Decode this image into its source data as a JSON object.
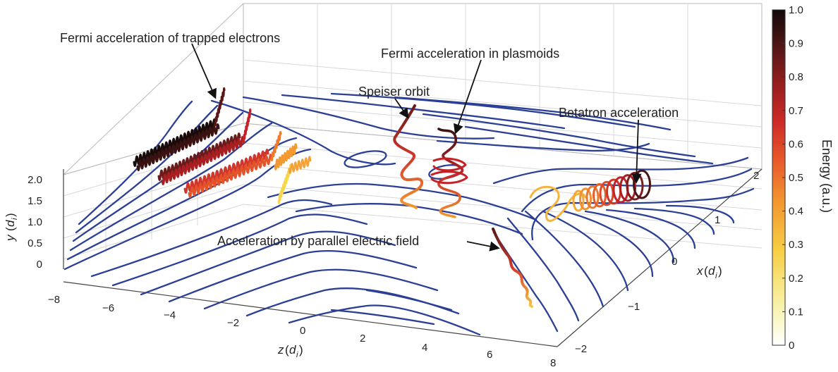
{
  "annotations": {
    "fermi_trapped": "Fermi acceleration of trapped electrons",
    "fermi_plasmoids": "Fermi acceleration in plasmoids",
    "speiser": "Speiser orbit",
    "betatron": "Betatron acceleration",
    "parallel_field": "Acceleration by parallel electric field"
  },
  "axes": {
    "y_label": "y",
    "y_sub": "i",
    "x_label": "x",
    "x_sub": "i",
    "z_label": "z",
    "z_sub": "i",
    "d_letter": "d",
    "y_ticks": [
      "0",
      "0.5",
      "1.0",
      "1.5",
      "2.0"
    ],
    "z_ticks": [
      "−8",
      "−6",
      "−4",
      "−2",
      "0",
      "2",
      "4",
      "6",
      "8"
    ],
    "x_ticks": [
      "−2",
      "−1",
      "0",
      "1",
      "2"
    ]
  },
  "colorbar": {
    "label": "Energy (a.u.)",
    "ticks": [
      "0",
      "0.1",
      "0.2",
      "0.3",
      "0.4",
      "0.5",
      "0.6",
      "0.7",
      "0.8",
      "0.9",
      "1.0"
    ],
    "colors": [
      "#ffffff",
      "#f5ef8a",
      "#f7c63c",
      "#f2912e",
      "#e4522a",
      "#c32227",
      "#8e1b1e",
      "#4a1515",
      "#160b0b"
    ]
  },
  "colors": {
    "field_lines": "#2b3f95",
    "grid": "#d8d8d8"
  }
}
